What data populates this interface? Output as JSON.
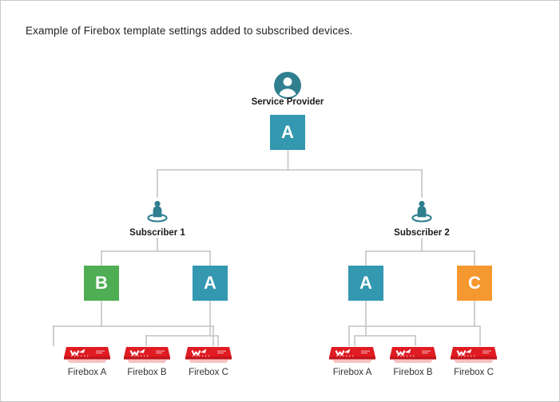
{
  "caption": "Example of Firebox template settings added to subscribed devices.",
  "colors": {
    "teal": "#3398b0",
    "green": "#4fad54",
    "orange": "#f5982f",
    "icon_teal": "#2f7f8f",
    "firebox_red": "#e01b22",
    "wire": "#c4c4c4",
    "border": "#c9c9c9",
    "text": "#222222"
  },
  "service_provider": {
    "icon": "user-circle-icon",
    "label": "Service Provider",
    "template": {
      "letter": "A",
      "color": "#3398b0"
    }
  },
  "subscribers": [
    {
      "icon": "person-location-icon",
      "label": "Subscriber 1",
      "templates": [
        {
          "letter": "B",
          "color": "#4fad54"
        },
        {
          "letter": "A",
          "color": "#3398b0"
        }
      ],
      "devices": [
        {
          "icon": "firebox-icon",
          "label": "Firebox A"
        },
        {
          "icon": "firebox-icon",
          "label": "Firebox B"
        },
        {
          "icon": "firebox-icon",
          "label": "Firebox C"
        }
      ]
    },
    {
      "icon": "person-location-icon",
      "label": "Subscriber 2",
      "templates": [
        {
          "letter": "A",
          "color": "#3398b0"
        },
        {
          "letter": "C",
          "color": "#f5982f"
        }
      ],
      "devices": [
        {
          "icon": "firebox-icon",
          "label": "Firebox A"
        },
        {
          "icon": "firebox-icon",
          "label": "Firebox B"
        },
        {
          "icon": "firebox-icon",
          "label": "Firebox C"
        }
      ]
    }
  ]
}
